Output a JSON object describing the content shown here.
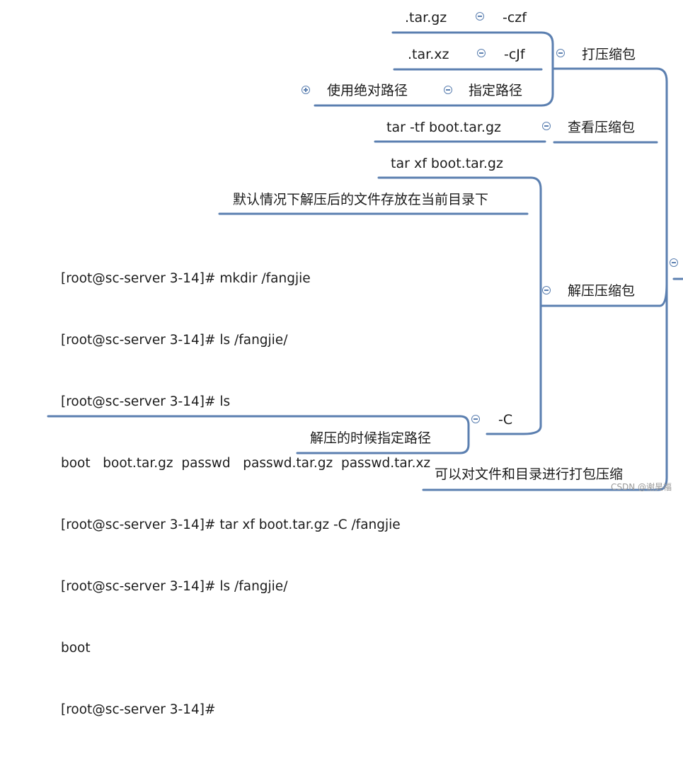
{
  "nodes": {
    "pack": "打压缩包",
    "pack_czf": "-czf",
    "pack_tar_gz": ".tar.gz",
    "pack_cjf": "-cJf",
    "pack_tar_xz": ".tar.xz",
    "pack_path": "指定路径",
    "pack_abs": "使用绝对路径",
    "view": "查看压缩包",
    "view_cmd": "tar -tf  boot.tar.gz",
    "extract": "解压压缩包",
    "extract_cmd": "tar xf  boot.tar.gz",
    "extract_default": "默认情况下解压后的文件存放在当前目录下",
    "extract_c": "-C",
    "extract_c_desc": "解压的时候指定路径",
    "summary": "可以对文件和目录进行打包压缩"
  },
  "code_lines": [
    "[root@sc-server 3-14]# mkdir /fangjie",
    "[root@sc-server 3-14]# ls /fangjie/",
    "[root@sc-server 3-14]# ls",
    "boot   boot.tar.gz  passwd   passwd.tar.gz  passwd.tar.xz",
    "[root@sc-server 3-14]# tar xf boot.tar.gz -C /fangjie",
    "[root@sc-server 3-14]# ls /fangjie/",
    "boot",
    "[root@sc-server 3-14]#"
  ],
  "watermark": "CSDN @谢昊福",
  "colors": {
    "line": "#5b7fb0",
    "text": "#1b1b1b"
  }
}
